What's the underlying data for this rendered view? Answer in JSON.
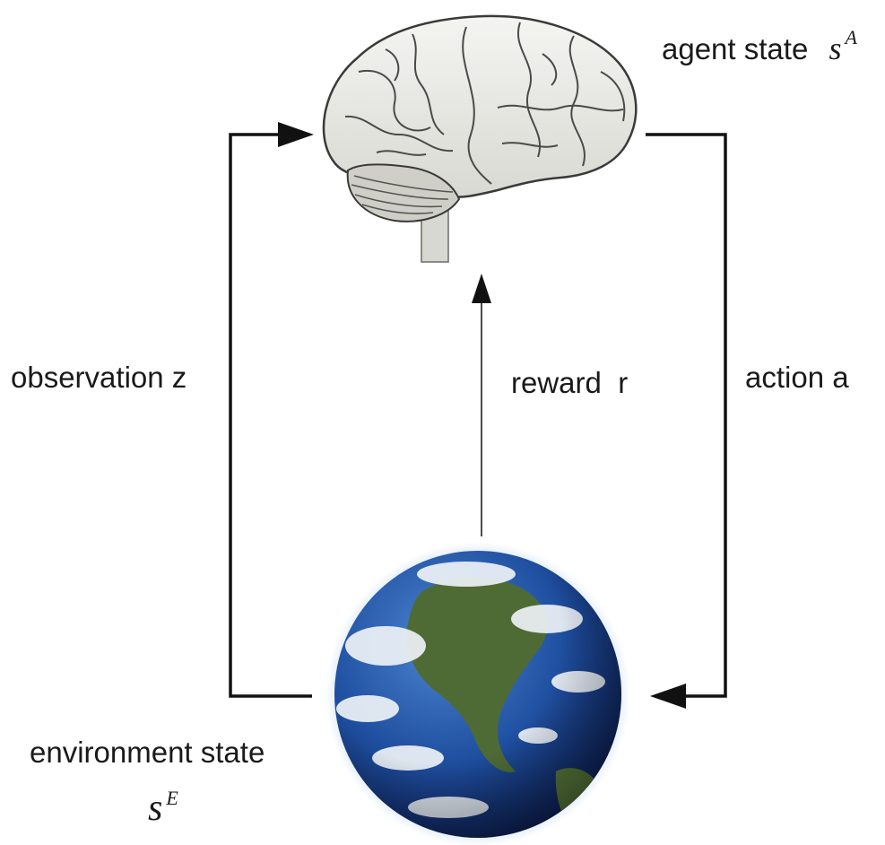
{
  "agent": {
    "label": "agent state",
    "symbol": "s",
    "superscript": "A",
    "image": "brain-illustration"
  },
  "environment": {
    "label": "environment state",
    "symbol": "s",
    "superscript": "E",
    "image": "earth-globe"
  },
  "edges": {
    "observation": "observation z",
    "action": "action a",
    "reward": "reward  r"
  },
  "colors": {
    "line": "#111111",
    "text": "#1a1a1a",
    "ocean": "#1f4fa0",
    "land": "#4f6b35",
    "cloud": "#eef2f7",
    "glow": "#c8dcf5",
    "brain_fill": "#e7e7e2",
    "brain_ink": "#3a3a3a"
  }
}
